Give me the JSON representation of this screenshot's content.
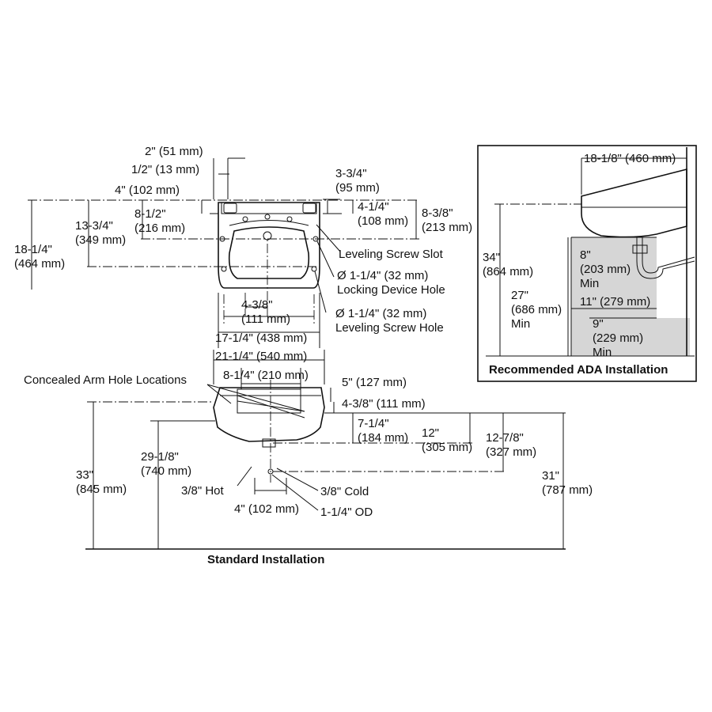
{
  "top_view": {
    "overall_depth": [
      "18-1/4\"",
      "(464 mm)"
    ],
    "bowl_depth": [
      "13-3/4\"",
      "(349 mm)"
    ],
    "faucet_offset": [
      "8-1/2\"",
      "(216 mm)"
    ],
    "back_offset": [
      "4\" (102 mm)"
    ],
    "faucet_half": [
      "1/2\" (13 mm)"
    ],
    "faucet_width": [
      "2\" (51 mm)"
    ],
    "side_offset": [
      "3-3/4\"",
      "(95 mm)"
    ],
    "hole_depth": [
      "4-1/4\"",
      "(108 mm)"
    ],
    "screw_depth": [
      "8-3/8\"",
      "(213 mm)"
    ],
    "leveling_slot": "Leveling Screw Slot",
    "locking_hole": [
      "Ø 1-1/4\" (32 mm)",
      "Locking Device Hole"
    ],
    "leveling_hole": [
      "Ø 1-1/4\" (32 mm)",
      "Leveling Screw Hole"
    ],
    "hole_spacing": [
      "4-3/8\"",
      "(111 mm)"
    ],
    "overall_width": "17-1/4\" (438 mm)"
  },
  "front_view": {
    "width": "21-1/4\" (540 mm)",
    "arm_spacing": "8-1/4\" (210 mm)",
    "concealed_arm": "Concealed Arm Hole Locations",
    "height_5": "5\" (127 mm)",
    "height_438": "4-3/8\" (111 mm)",
    "height_714": [
      "7-1/4\"",
      "(184 mm)"
    ],
    "height_12": [
      "12\"",
      "(305 mm)"
    ],
    "height_1278": [
      "12-7/8\"",
      "(327 mm)"
    ],
    "rim_33": [
      "33\"",
      "(845 mm)"
    ],
    "bottom_2918": [
      "29-1/8\"",
      "(740 mm)"
    ],
    "arm_31": [
      "31\"",
      "(787 mm)"
    ],
    "hot": "3/8\" Hot",
    "cold": "3/8\" Cold",
    "supply_spacing": "4\" (102 mm)",
    "drain": "1-1/4\" OD",
    "caption": "Standard Installation"
  },
  "ada_view": {
    "projection": "18-1/8\" (460 mm)",
    "rim_34": [
      "34\"",
      "(864 mm)"
    ],
    "knee_27": [
      "27\"",
      "(686 mm)",
      "Min"
    ],
    "depth_8": [
      "8\"",
      "(203 mm)",
      "Min"
    ],
    "depth_11": "11\" (279 mm)",
    "toe_9": [
      "9\"",
      "(229 mm)",
      "Min"
    ],
    "caption": "Recommended ADA Installation"
  }
}
